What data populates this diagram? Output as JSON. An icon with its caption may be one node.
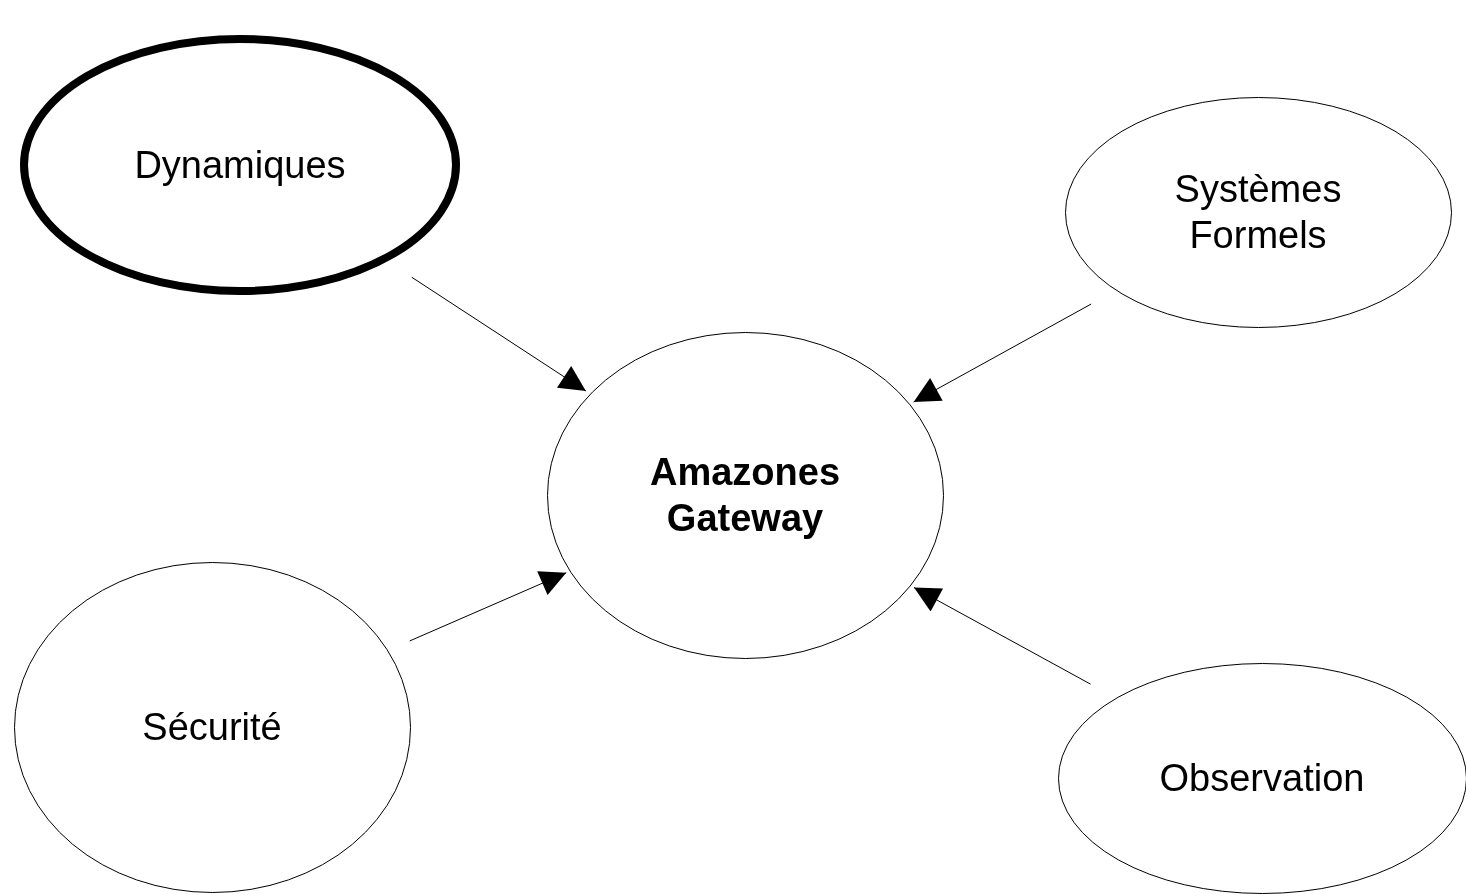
{
  "diagram": {
    "nodes": [
      {
        "text": [
          "Dynamiques"
        ]
      },
      {
        "text": [
          "Systèmes Formels"
        ]
      },
      {
        "text": [
          "Amazones Gateway"
        ]
      },
      {
        "text": [
          "Sécurité"
        ]
      },
      {
        "text": [
          "Observation"
        ]
      }
    ],
    "edges": [
      {
        "from": 0,
        "to": 2,
        "arrow": "to"
      },
      {
        "from": 1,
        "to": 2,
        "arrow": "to"
      },
      {
        "from": 3,
        "to": 2,
        "arrow": "to"
      },
      {
        "from": 4,
        "to": 2,
        "arrow": "to"
      }
    ]
  }
}
